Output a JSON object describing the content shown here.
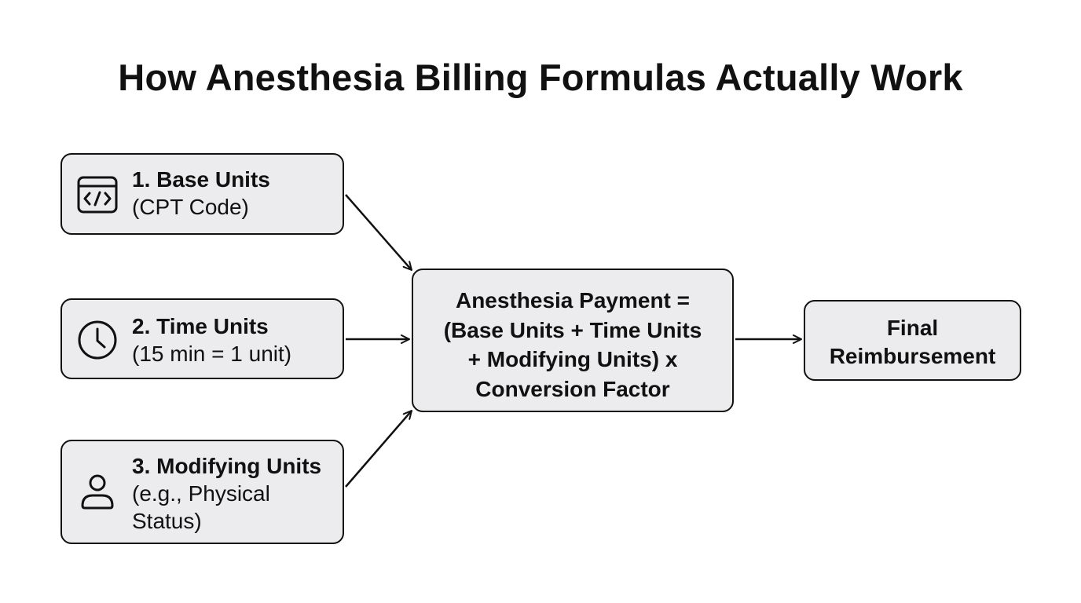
{
  "title": "How Anesthesia Billing Formulas Actually Work",
  "inputs": [
    {
      "icon": "code-window-icon",
      "heading": "1. Base Units",
      "line1": "(CPT Code)",
      "line2": ""
    },
    {
      "icon": "clock-icon",
      "heading": "2. Time Units",
      "line1": "(15 min = 1 unit)",
      "line2": ""
    },
    {
      "icon": "person-icon",
      "heading": "3. Modifying Units",
      "line1": "(e.g., Physical",
      "line2": "Status)"
    }
  ],
  "formula": {
    "line1": "Anesthesia Payment =",
    "line2": "(Base Units + Time Units",
    "line3": "+ Modifying Units) x",
    "line4": "Conversion Factor"
  },
  "output": {
    "line1": "Final",
    "line2": "Reimbursement"
  },
  "colors": {
    "box_fill": "#ececee",
    "stroke": "#111111",
    "background": "#ffffff"
  }
}
